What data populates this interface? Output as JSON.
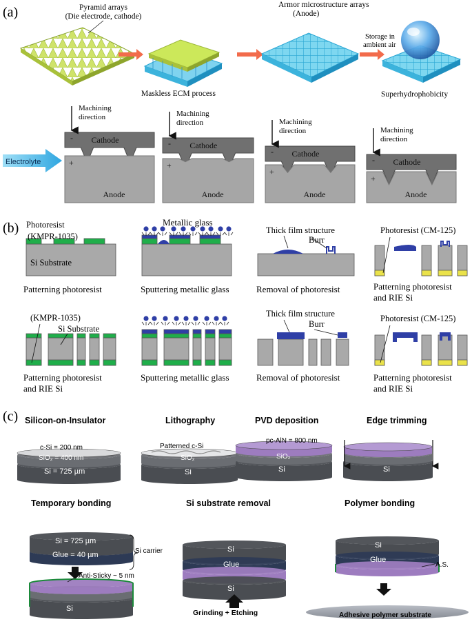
{
  "panel_a": {
    "label": "(a)",
    "top": {
      "pyramid": "Pyramid arrays",
      "pyramid_sub": "(Die electrode, cathode)",
      "ecm": "Maskless ECM process",
      "armor": "Armor microstructure arrays",
      "armor_sub": "(Anode)",
      "storage1": "Storage in",
      "storage2": "ambient air",
      "superhydro": "Superhydrophobicity"
    },
    "machining1": "Machining",
    "machining2": "direction",
    "cathode": "Cathode",
    "anode": "Anode",
    "minus": "-",
    "plus": "+",
    "electrolyte": "Electrolyte"
  },
  "panel_b": {
    "label": "(b)",
    "photoresist": "Photoresist",
    "kmpr": "(KMPR-1035)",
    "si_substrate": "Si Substrate",
    "metallic_glass": "Metallic glass",
    "thick_film": "Thick film structure",
    "burr": "Burr",
    "photoresist_cm": "Photoresist (CM-125)",
    "cap1": "Patterning photoresist",
    "cap2": "Sputtering metallic glass",
    "cap3": "Removal of photoresist",
    "cap4a": "Patterning photoresist",
    "cap4b": "and RIE Si",
    "kmpr2": "(KMPR-1035)",
    "si_substrate2": "Si Substrate",
    "thick_film2": "Thick film structure",
    "burr2": "Burr",
    "photoresist_cm2": "Photoresist (CM-125)",
    "cap5a": "Patterning photoresist",
    "cap5b": "and RIE Si",
    "cap6": "Sputtering metallic glass",
    "cap7": "Removal of photoresist",
    "cap8a": "Patterning photoresist",
    "cap8b": "and RIE Si"
  },
  "panel_c": {
    "label": "(c)",
    "t1": "Silicon-on-Insulator",
    "t2": "Lithography",
    "t3": "PVD deposition",
    "t4": "Edge trimming",
    "csi": "c-Si = 200 nm",
    "sio2_400": "SiO₂ = 400 nm",
    "si_725": "Si = 725 µm",
    "patterned": "Patterned c-Si",
    "sio2": "SiO₂",
    "si": "Si",
    "pcaln": "pc-AlN = 800 nm",
    "t5": "Temporary bonding",
    "t6": "Si substrate removal",
    "t7": "Polymer bonding",
    "si_725b": "Si = 725 µm",
    "glue_40": "Glue = 40 µm",
    "si_carrier": "Si carrier",
    "anti_sticky": "Anti-Sticky ~ 5 nm",
    "glue": "Glue",
    "grinding": "Grinding + Etching",
    "as": "A.S.",
    "adhesive": "Adhesive polymer substrate"
  }
}
